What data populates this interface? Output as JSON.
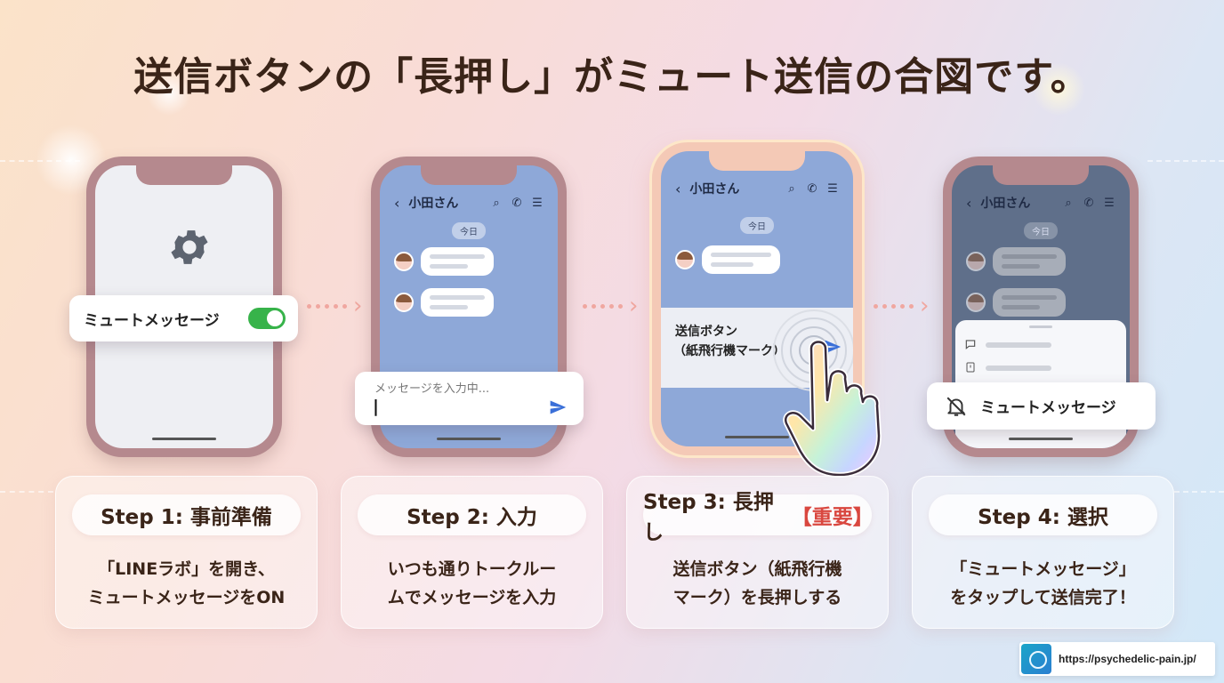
{
  "title": "送信ボタンの「長押し」がミュート送信の合図です。",
  "phones": {
    "p1": {
      "toggle_label": "ミュートメッセージ",
      "toggle_on": true
    },
    "p2": {
      "contact_name": "小田さん",
      "date_label": "今日",
      "input_placeholder": "メッセージを入力中...",
      "cursor": "|"
    },
    "p3": {
      "contact_name": "小田さん",
      "date_label": "今日",
      "send_label_line1": "送信ボタン",
      "send_label_line2": "（紙飛行機マーク）"
    },
    "p4": {
      "contact_name": "小田さん",
      "date_label": "今日",
      "mute_option_label": "ミュートメッセージ"
    }
  },
  "icons": {
    "back": "‹",
    "search": "⌕",
    "phone": "✆",
    "menu": "☰",
    "gear": "gear-icon",
    "send": "send-icon",
    "bell": "bell-off-icon",
    "hand": "pointing-hand-icon"
  },
  "steps": [
    {
      "label": "Step 1: 事前準備",
      "accent": "",
      "desc": "「LINEラボ」を開き、\nミュートメッセージをON"
    },
    {
      "label": "Step 2: 入力",
      "accent": "",
      "desc": "いつも通りトークルー\nムでメッセージを入力"
    },
    {
      "label": "Step 3: 長押し",
      "accent": "【重要】",
      "desc": "送信ボタン（紙飛行機\nマーク）を長押しする"
    },
    {
      "label": "Step 4: 選択",
      "accent": "",
      "desc": "「ミュートメッセージ」\nをタップして送信完了！"
    }
  ],
  "footer": {
    "url": "https://psychedelic-pain.jp/"
  },
  "colors": {
    "chat_bg": "#8ea8d8",
    "chat_dim": "#5f6f8a",
    "toggle_on": "#37b34a",
    "send_blue": "#3a6fd8",
    "accent_red": "#d9473f",
    "phone_frame": "#b5898e"
  }
}
